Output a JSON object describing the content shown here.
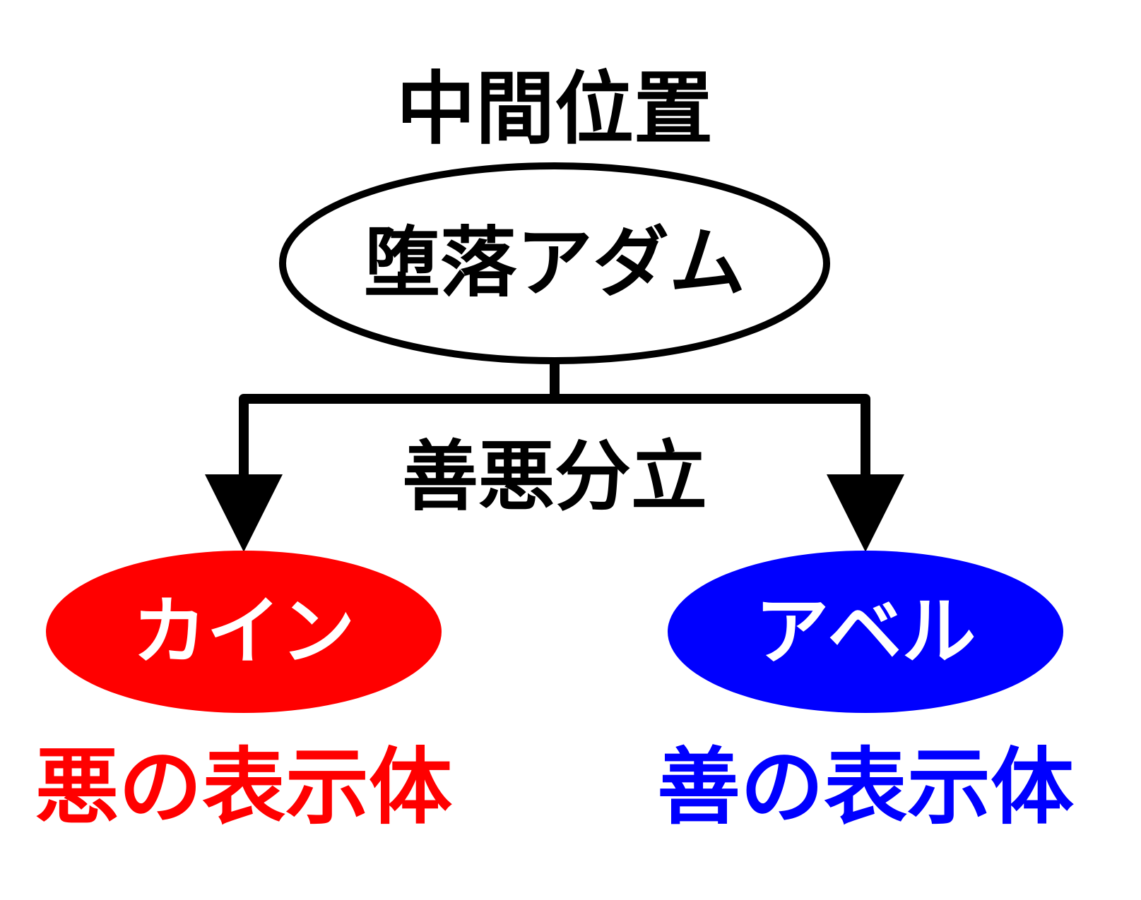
{
  "title": "中間位置",
  "parent_node": {
    "label": "堕落アダム"
  },
  "split_label": "善悪分立",
  "left_node": {
    "label": "カイン",
    "caption": "悪の表示体",
    "color": "#ff0000"
  },
  "right_node": {
    "label": "アベル",
    "caption": "善の表示体",
    "color": "#0000ff"
  }
}
